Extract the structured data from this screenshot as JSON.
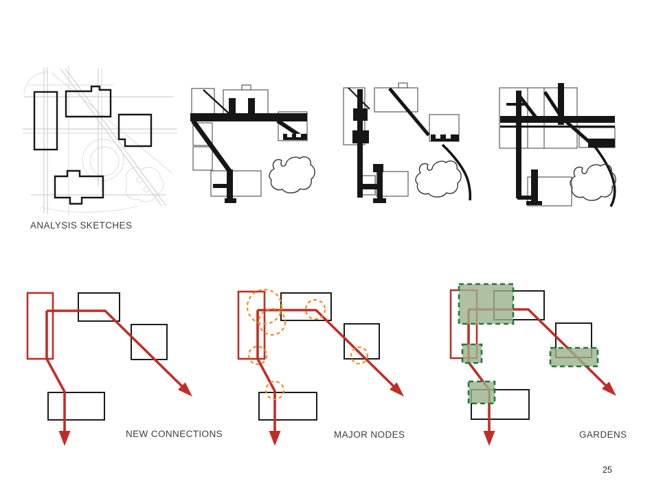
{
  "page": {
    "number": "25"
  },
  "labels": {
    "analysis_sketches": "ANALYSIS SKETCHES",
    "new_connections": "NEW CONNECTIONS",
    "major_nodes": "MAJOR NODES",
    "gardens": "GARDENS"
  },
  "figures": {
    "top_row": [
      "pencil analysis sketch with four bold building footprints",
      "figure-ground plan: thick black connection bars over faint building outlines with organic pond shape",
      "figure-ground plan: vertical spine and diagonal link with curved path and pond shape",
      "figure-ground plan: layered horizontal and vertical bars with diagonal links, curved path and pond shape"
    ],
    "bottom_row": [
      "site diagram with red proposed route arrows over building outlines",
      "same diagram with dashed orange circles marking major nodes",
      "same diagram with dashed green rectangles marking garden areas"
    ]
  },
  "colors": {
    "red": "#bf2e26",
    "orange": "#f68b1f",
    "green_fill": "#9cb18c",
    "green_stroke": "#1b7b38",
    "ink": "#1a1a1a",
    "pencil": "#c6c6c6",
    "text": "#3d3d3d"
  }
}
